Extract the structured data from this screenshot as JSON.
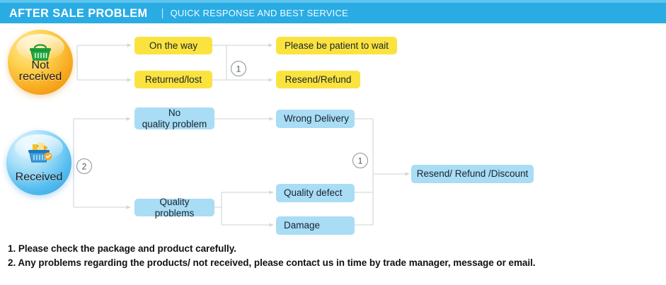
{
  "header": {
    "title": "AFTER SALE PROBLEM",
    "divider": "|",
    "subtitle": "QUICK RESPONSE AND BEST SERVICE",
    "bar_color": "#29ace3",
    "strip_color": "#5ec3ee",
    "title_color": "#ffffff"
  },
  "palette": {
    "yellow_box": "#fbe33f",
    "blue_box": "#a9dcf5",
    "connector": "#d4d9dc",
    "text": "#17242e"
  },
  "badges": [
    {
      "id": "not-received",
      "label_line1": "Not",
      "label_line2": "received",
      "icon": "shopping-basket-icon",
      "color": "#f7a81e"
    },
    {
      "id": "received",
      "label_line1": "Received",
      "label_line2": "",
      "icon": "filled-shopping-basket-icon",
      "color": "#55bdef"
    }
  ],
  "markers": [
    {
      "id": "marker-1-top",
      "label": "1"
    },
    {
      "id": "marker-2-received",
      "label": "2"
    },
    {
      "id": "marker-1-bottom",
      "label": "1"
    }
  ],
  "flow": {
    "not_received": {
      "causes": [
        {
          "id": "on-the-way",
          "label": "On the way"
        },
        {
          "id": "returned-lost",
          "label": "Returned/lost"
        }
      ],
      "outcomes": [
        {
          "id": "please-be-patient-to-wait",
          "label": "Please be patient to wait"
        },
        {
          "id": "resend-refund",
          "label": "Resend/Refund"
        }
      ]
    },
    "received": {
      "causes": [
        {
          "id": "no-quality-problem",
          "label": "No\nquality problem"
        },
        {
          "id": "quality-problems",
          "label": "Quality problems"
        }
      ],
      "details": [
        {
          "id": "wrong-delivery",
          "label": "Wrong Delivery"
        },
        {
          "id": "quality-defect",
          "label": "Quality defect"
        },
        {
          "id": "damage",
          "label": "Damage"
        }
      ],
      "outcome": {
        "id": "resend-refund-discount",
        "label": "Resend/ Refund /Discount"
      }
    }
  },
  "notes": [
    "1. Please check the package and product carefully.",
    "2. Any problems regarding the products/ not received, please contact us in time by trade manager, message or email."
  ]
}
